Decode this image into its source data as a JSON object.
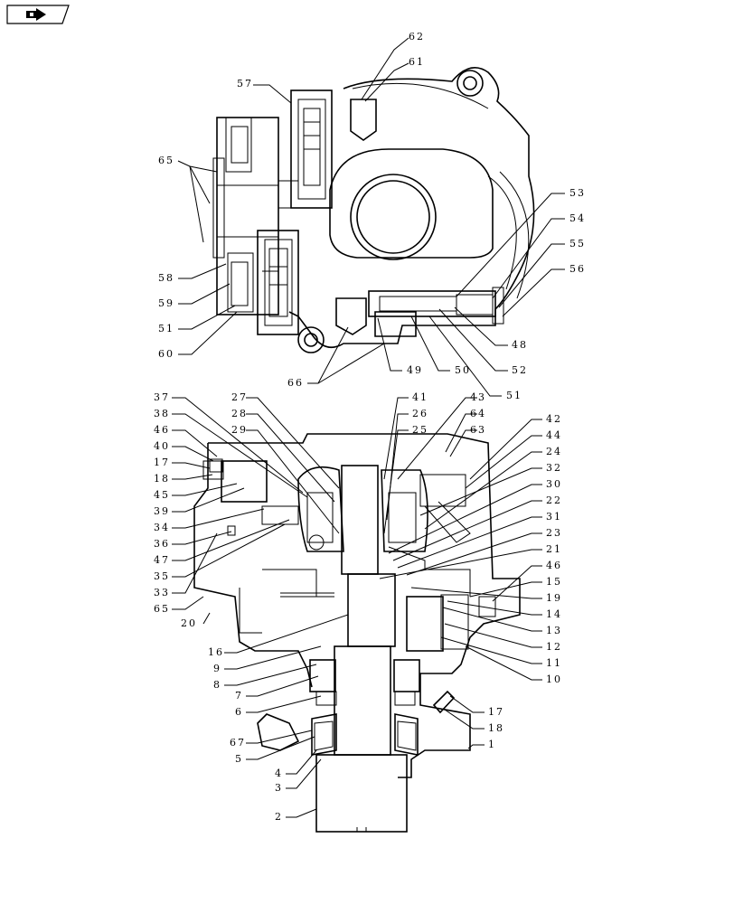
{
  "nav": {
    "icon": "parts-catalog-navigation-icon"
  },
  "callouts": [
    {
      "id": "62",
      "label": "62"
    },
    {
      "id": "61",
      "label": "61"
    },
    {
      "id": "57",
      "label": "57"
    },
    {
      "id": "65a",
      "label": "65"
    },
    {
      "id": "58",
      "label": "58"
    },
    {
      "id": "59",
      "label": "59"
    },
    {
      "id": "51a",
      "label": "51"
    },
    {
      "id": "60",
      "label": "60"
    },
    {
      "id": "53",
      "label": "53"
    },
    {
      "id": "54",
      "label": "54"
    },
    {
      "id": "55",
      "label": "55"
    },
    {
      "id": "56",
      "label": "56"
    },
    {
      "id": "48",
      "label": "48"
    },
    {
      "id": "52",
      "label": "52"
    },
    {
      "id": "50",
      "label": "50"
    },
    {
      "id": "49",
      "label": "49"
    },
    {
      "id": "66",
      "label": "66"
    },
    {
      "id": "51b",
      "label": "51"
    },
    {
      "id": "37",
      "label": "37"
    },
    {
      "id": "38",
      "label": "38"
    },
    {
      "id": "46a",
      "label": "46"
    },
    {
      "id": "40",
      "label": "40"
    },
    {
      "id": "17a",
      "label": "17"
    },
    {
      "id": "18a",
      "label": "18"
    },
    {
      "id": "45",
      "label": "45"
    },
    {
      "id": "39",
      "label": "39"
    },
    {
      "id": "34",
      "label": "34"
    },
    {
      "id": "36",
      "label": "36"
    },
    {
      "id": "47",
      "label": "47"
    },
    {
      "id": "35",
      "label": "35"
    },
    {
      "id": "33",
      "label": "33"
    },
    {
      "id": "65b",
      "label": "65"
    },
    {
      "id": "20",
      "label": "20"
    },
    {
      "id": "27",
      "label": "27"
    },
    {
      "id": "28",
      "label": "28"
    },
    {
      "id": "29",
      "label": "29"
    },
    {
      "id": "41",
      "label": "41"
    },
    {
      "id": "26",
      "label": "26"
    },
    {
      "id": "25",
      "label": "25"
    },
    {
      "id": "43",
      "label": "43"
    },
    {
      "id": "64",
      "label": "64"
    },
    {
      "id": "63",
      "label": "63"
    },
    {
      "id": "42",
      "label": "42"
    },
    {
      "id": "44",
      "label": "44"
    },
    {
      "id": "24",
      "label": "24"
    },
    {
      "id": "32",
      "label": "32"
    },
    {
      "id": "30",
      "label": "30"
    },
    {
      "id": "22",
      "label": "22"
    },
    {
      "id": "31",
      "label": "31"
    },
    {
      "id": "23",
      "label": "23"
    },
    {
      "id": "21",
      "label": "21"
    },
    {
      "id": "46b",
      "label": "46"
    },
    {
      "id": "15",
      "label": "15"
    },
    {
      "id": "19",
      "label": "19"
    },
    {
      "id": "14",
      "label": "14"
    },
    {
      "id": "13",
      "label": "13"
    },
    {
      "id": "12",
      "label": "12"
    },
    {
      "id": "11",
      "label": "11"
    },
    {
      "id": "10",
      "label": "10"
    },
    {
      "id": "16",
      "label": "16"
    },
    {
      "id": "9",
      "label": "9"
    },
    {
      "id": "8",
      "label": "8"
    },
    {
      "id": "7",
      "label": "7"
    },
    {
      "id": "6",
      "label": "6"
    },
    {
      "id": "67",
      "label": "67"
    },
    {
      "id": "5",
      "label": "5"
    },
    {
      "id": "4",
      "label": "4"
    },
    {
      "id": "3",
      "label": "3"
    },
    {
      "id": "2",
      "label": "2"
    },
    {
      "id": "17b",
      "label": "17"
    },
    {
      "id": "18b",
      "label": "18"
    },
    {
      "id": "1",
      "label": "1"
    }
  ]
}
